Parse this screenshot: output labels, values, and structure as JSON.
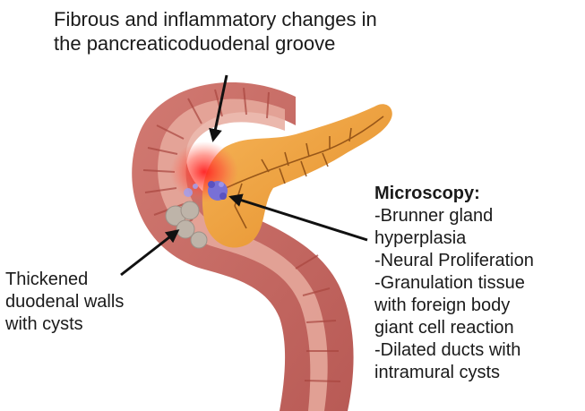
{
  "title_lines": [
    "Fibrous and inflammatory changes in",
    "the pancreaticoduodenal groove"
  ],
  "left_label_lines": [
    "Thickened",
    "duodenal walls",
    "with cysts"
  ],
  "microscopy": {
    "heading": "Microscopy:",
    "lines": [
      "-Brunner gland",
      "hyperplasia",
      "-Neural Proliferation",
      "-Granulation tissue",
      "with foreign body",
      "giant cell reaction",
      "-Dilated ducts with",
      "intramural cysts"
    ]
  },
  "colors": {
    "duodenum": "#c96a63",
    "duodenum_inner": "#e5a49a",
    "pancreas": "#f0a63e",
    "inflammation": "#ff2a2a",
    "cysts": "#bdb3a8",
    "granuloma": "#7b73d8",
    "arrow": "#111111"
  }
}
